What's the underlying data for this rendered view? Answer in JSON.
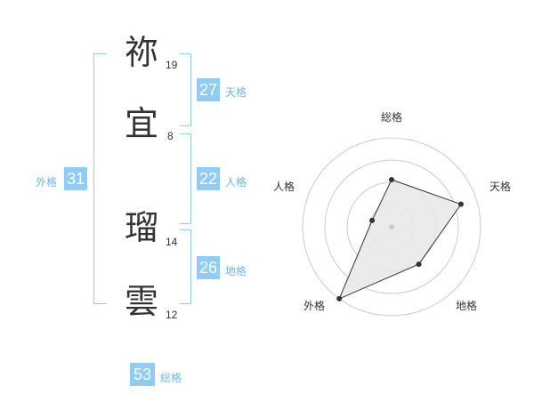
{
  "characters": [
    {
      "char": "祢",
      "strokes": "19"
    },
    {
      "char": "宜",
      "strokes": "8"
    },
    {
      "char": "瑠",
      "strokes": "14"
    },
    {
      "char": "雲",
      "strokes": "12"
    }
  ],
  "fortunes": {
    "ten": {
      "value": "27",
      "label": "天格"
    },
    "jin": {
      "value": "22",
      "label": "人格"
    },
    "chi": {
      "value": "26",
      "label": "地格"
    },
    "gai": {
      "value": "31",
      "label": "外格"
    },
    "sou": {
      "value": "53",
      "label": "総格"
    }
  },
  "chart_data": {
    "type": "radar",
    "axes": [
      "総格",
      "天格",
      "地格",
      "外格",
      "人格"
    ],
    "values": [
      0.53,
      0.82,
      0.52,
      1.0,
      0.23
    ],
    "rings": 4,
    "colors": {
      "accent": "#8fcdf5",
      "fill": "#e6e6e6",
      "line": "#333333"
    }
  }
}
